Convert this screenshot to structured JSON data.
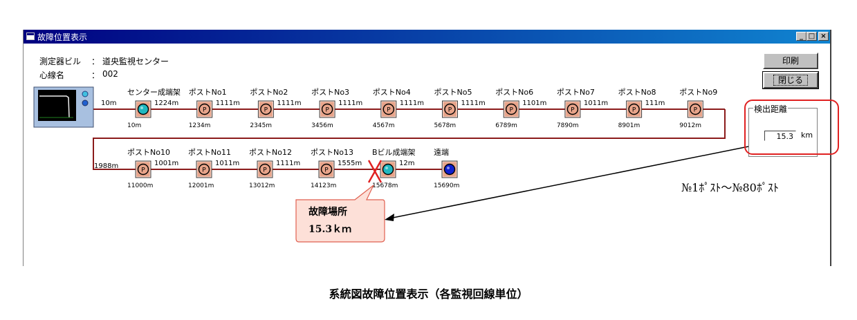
{
  "window": {
    "title": "故障位置表示",
    "controls": {
      "minimize": "_",
      "maximize": "□",
      "close": "×"
    }
  },
  "info": {
    "building_label": "測定器ビル",
    "building_sep": "：",
    "building_value": "道央監視センター",
    "line_label": "心線名",
    "line_sep": "：",
    "line_value": "002"
  },
  "buttons": {
    "print": "印刷",
    "close": "閉じる"
  },
  "detection": {
    "label": "検出距離",
    "value": "15.3",
    "unit": "km"
  },
  "nodes_row1": [
    {
      "name": "センター成端架",
      "dist": "10m",
      "seg": "1224m",
      "type": "cyan"
    },
    {
      "name": "ポストNo1",
      "dist": "1234m",
      "seg": "1111m",
      "type": "P"
    },
    {
      "name": "ポストNo2",
      "dist": "2345m",
      "seg": "1111m",
      "type": "P"
    },
    {
      "name": "ポストNo3",
      "dist": "3456m",
      "seg": "1111m",
      "type": "P"
    },
    {
      "name": "ポストNo4",
      "dist": "4567m",
      "seg": "1111m",
      "type": "P"
    },
    {
      "name": "ポストNo5",
      "dist": "5678m",
      "seg": "1111m",
      "type": "P"
    },
    {
      "name": "ポストNo6",
      "dist": "6789m",
      "seg": "1101m",
      "type": "P"
    },
    {
      "name": "ポストNo7",
      "dist": "7890m",
      "seg": "1011m",
      "type": "P"
    },
    {
      "name": "ポストNo8",
      "dist": "8901m",
      "seg": "111m",
      "type": "P"
    },
    {
      "name": "ポストNo9",
      "dist": "9012m",
      "seg": "",
      "type": "P"
    }
  ],
  "first_seg": "10m",
  "wrap_seg": "1988m",
  "nodes_row2": [
    {
      "name": "ポストNo10",
      "dist": "11000m",
      "seg": "1001m",
      "type": "P"
    },
    {
      "name": "ポストNo11",
      "dist": "12001m",
      "seg": "1011m",
      "type": "P"
    },
    {
      "name": "ポストNo12",
      "dist": "13012m",
      "seg": "1111m",
      "type": "P"
    },
    {
      "name": "ポストNo13",
      "dist": "14123m",
      "seg": "1555m",
      "type": "P"
    },
    {
      "name": "Bビル成端架",
      "dist": "15678m",
      "seg": "12m",
      "type": "cyan"
    },
    {
      "name": "遠端",
      "dist": "15690m",
      "seg": "",
      "type": "blue"
    }
  ],
  "p_letter": "P",
  "fault": {
    "line1": "故障場所",
    "line2": "15.3ｋｍ"
  },
  "posts_note": "№1ﾎﾟｽﾄ～№80ﾎﾟｽﾄ",
  "caption": "系統図故障位置表示（各監視回線単位）",
  "colors": {
    "line": "#8b1a1a",
    "node_bg": "#e8a48a",
    "cyan": "#20b8c0",
    "blue": "#1020d0",
    "fault": "#e02020",
    "callout_bg": "#fde0d8",
    "callout_border": "#e06050"
  }
}
